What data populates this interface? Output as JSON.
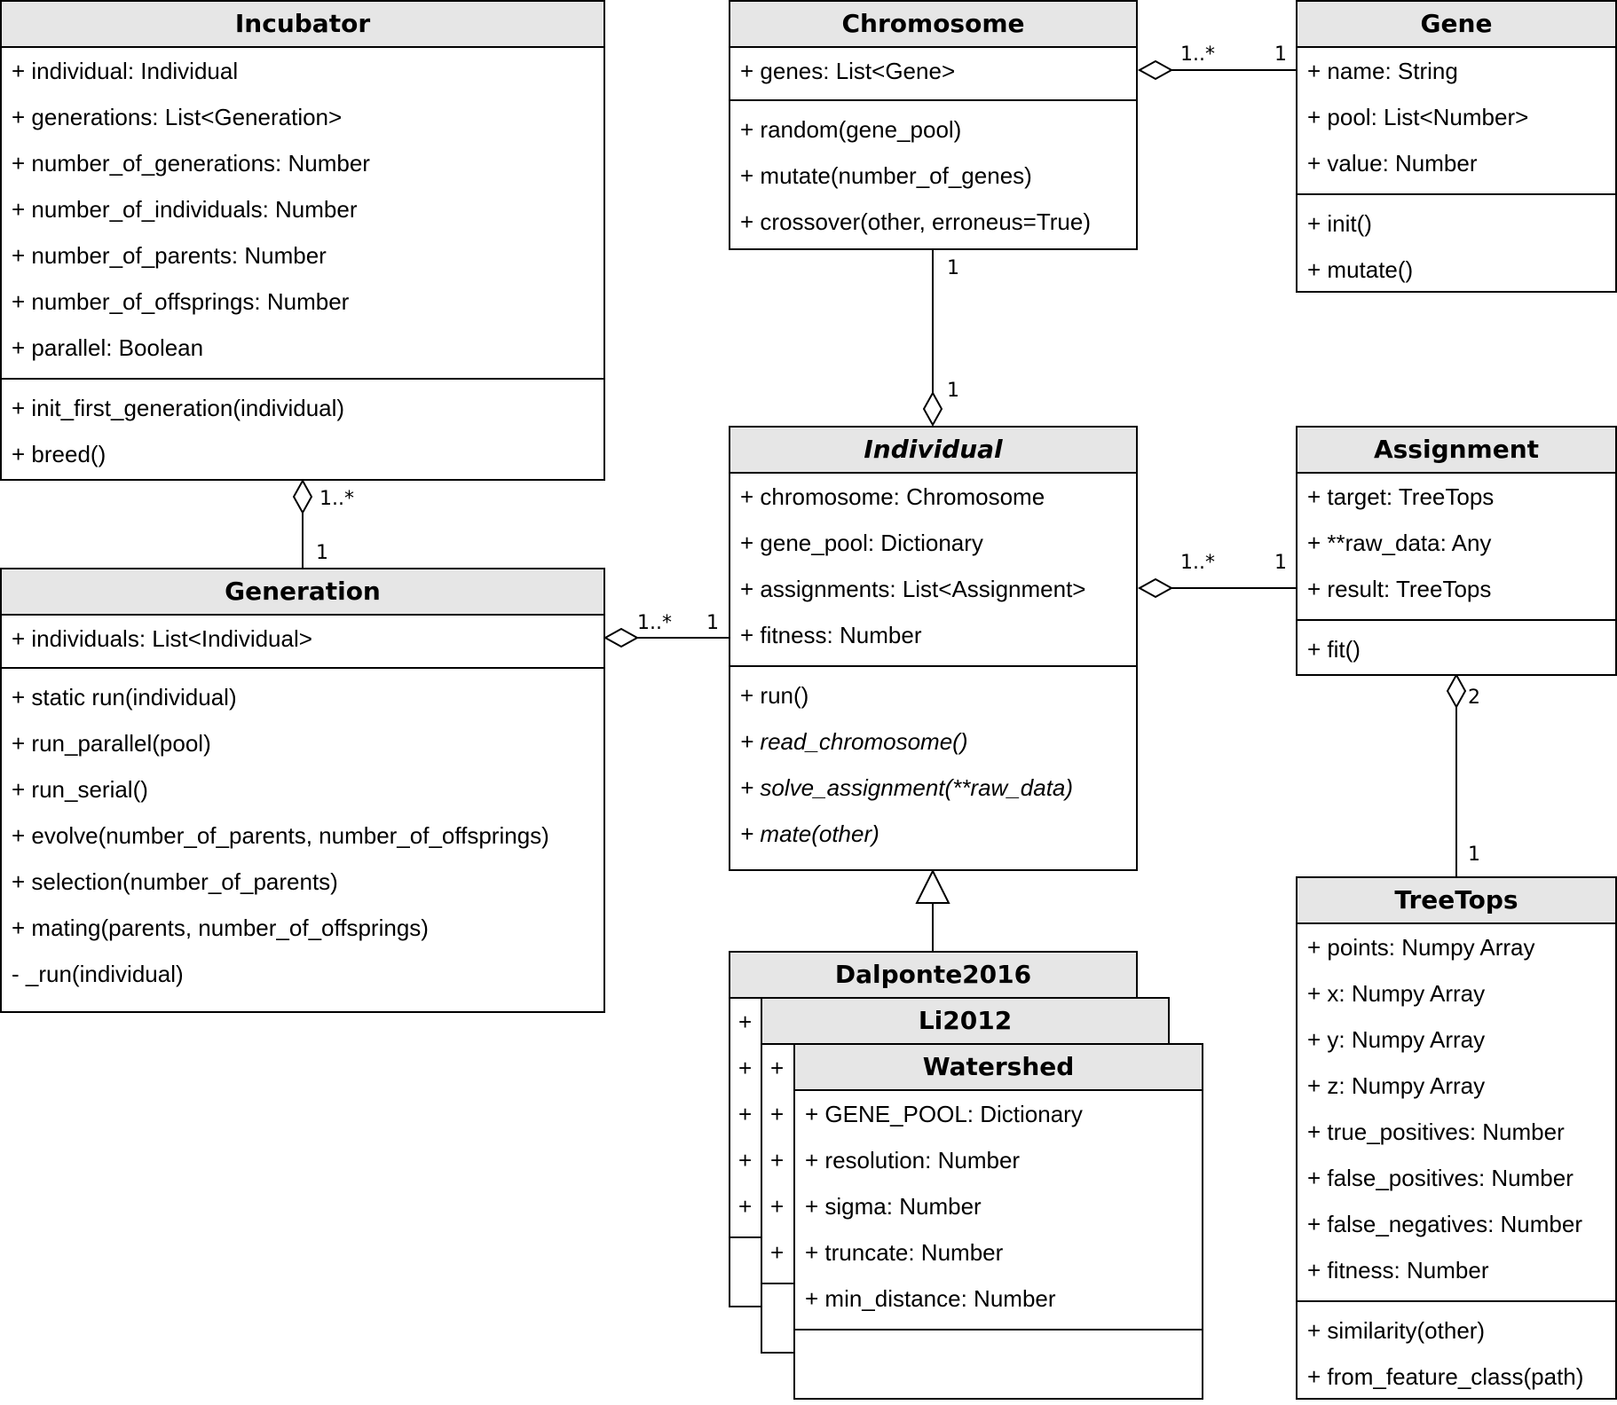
{
  "classes": {
    "incubator": {
      "name": "Incubator",
      "attributes": [
        "+ individual: Individual",
        "+ generations: List<Generation>",
        "+ number_of_generations: Number",
        "+ number_of_individuals: Number",
        "+ number_of_parents: Number",
        "+ number_of_offsprings: Number",
        "+ parallel: Boolean"
      ],
      "methods": [
        "+ init_first_generation(individual)",
        "+ breed()"
      ]
    },
    "generation": {
      "name": "Generation",
      "attributes": [
        "+ individuals: List<Individual>"
      ],
      "methods": [
        "+ static run(individual)",
        "+ run_parallel(pool)",
        "+ run_serial()",
        "+ evolve(number_of_parents, number_of_offsprings)",
        "+ selection(number_of_parents)",
        "+ mating(parents, number_of_offsprings)",
        "- _run(individual)"
      ]
    },
    "chromosome": {
      "name": "Chromosome",
      "attributes": [
        "+ genes: List<Gene>"
      ],
      "methods": [
        "+ random(gene_pool)",
        "+ mutate(number_of_genes)",
        "+ crossover(other, erroneus=True)"
      ]
    },
    "gene": {
      "name": "Gene",
      "attributes": [
        "+ name: String",
        "+ pool: List<Number>",
        "+ value: Number"
      ],
      "methods": [
        "+ init()",
        "+ mutate()"
      ]
    },
    "individual": {
      "name": "Individual",
      "attributes": [
        "+ chromosome: Chromosome",
        "+ gene_pool: Dictionary",
        "+ assignments: List<Assignment>",
        "+ fitness: Number"
      ],
      "methods": [
        "+ run()"
      ],
      "abstract_methods": [
        "+ read_chromosome()",
        "+ solve_assignment(**raw_data)",
        "+ mate(other)"
      ]
    },
    "assignment": {
      "name": "Assignment",
      "attributes": [
        "+ target: TreeTops",
        "+ **raw_data: Any",
        "+ result: TreeTops"
      ],
      "methods": [
        "+ fit()"
      ]
    },
    "treetops": {
      "name": "TreeTops",
      "attributes": [
        "+ points: Numpy Array",
        "+ x: Numpy Array",
        "+ y: Numpy Array",
        "+ z: Numpy Array",
        "+ true_positives: Number",
        "+ false_positives: Number",
        "+ false_negatives: Number",
        "+ fitness: Number"
      ],
      "methods": [
        "+ similarity(other)",
        "+ from_feature_class(path)"
      ]
    },
    "dalponte": {
      "name": "Dalponte2016",
      "plus_rows": [
        "+",
        "+",
        "+",
        "+",
        "+"
      ]
    },
    "li2012": {
      "name": "Li2012",
      "plus_rows": [
        "+",
        "+",
        "+",
        "+",
        "+"
      ]
    },
    "watershed": {
      "name": "Watershed",
      "attributes": [
        "+ GENE_POOL: Dictionary",
        "+ resolution: Number",
        "+ sigma: Number",
        "+ truncate: Number",
        "+ min_distance: Number"
      ]
    }
  },
  "multiplicities": {
    "chromosome_gene_left": "1..*",
    "chromosome_gene_right": "1",
    "chromosome_individual_top": "1",
    "chromosome_individual_bottom": "1",
    "incubator_generation_top": "1..*",
    "incubator_generation_bottom": "1",
    "generation_individual_left": "1..*",
    "generation_individual_right": "1",
    "individual_assignment_left": "1..*",
    "individual_assignment_right": "1",
    "assignment_treetops_top": "2",
    "assignment_treetops_bottom": "1"
  }
}
